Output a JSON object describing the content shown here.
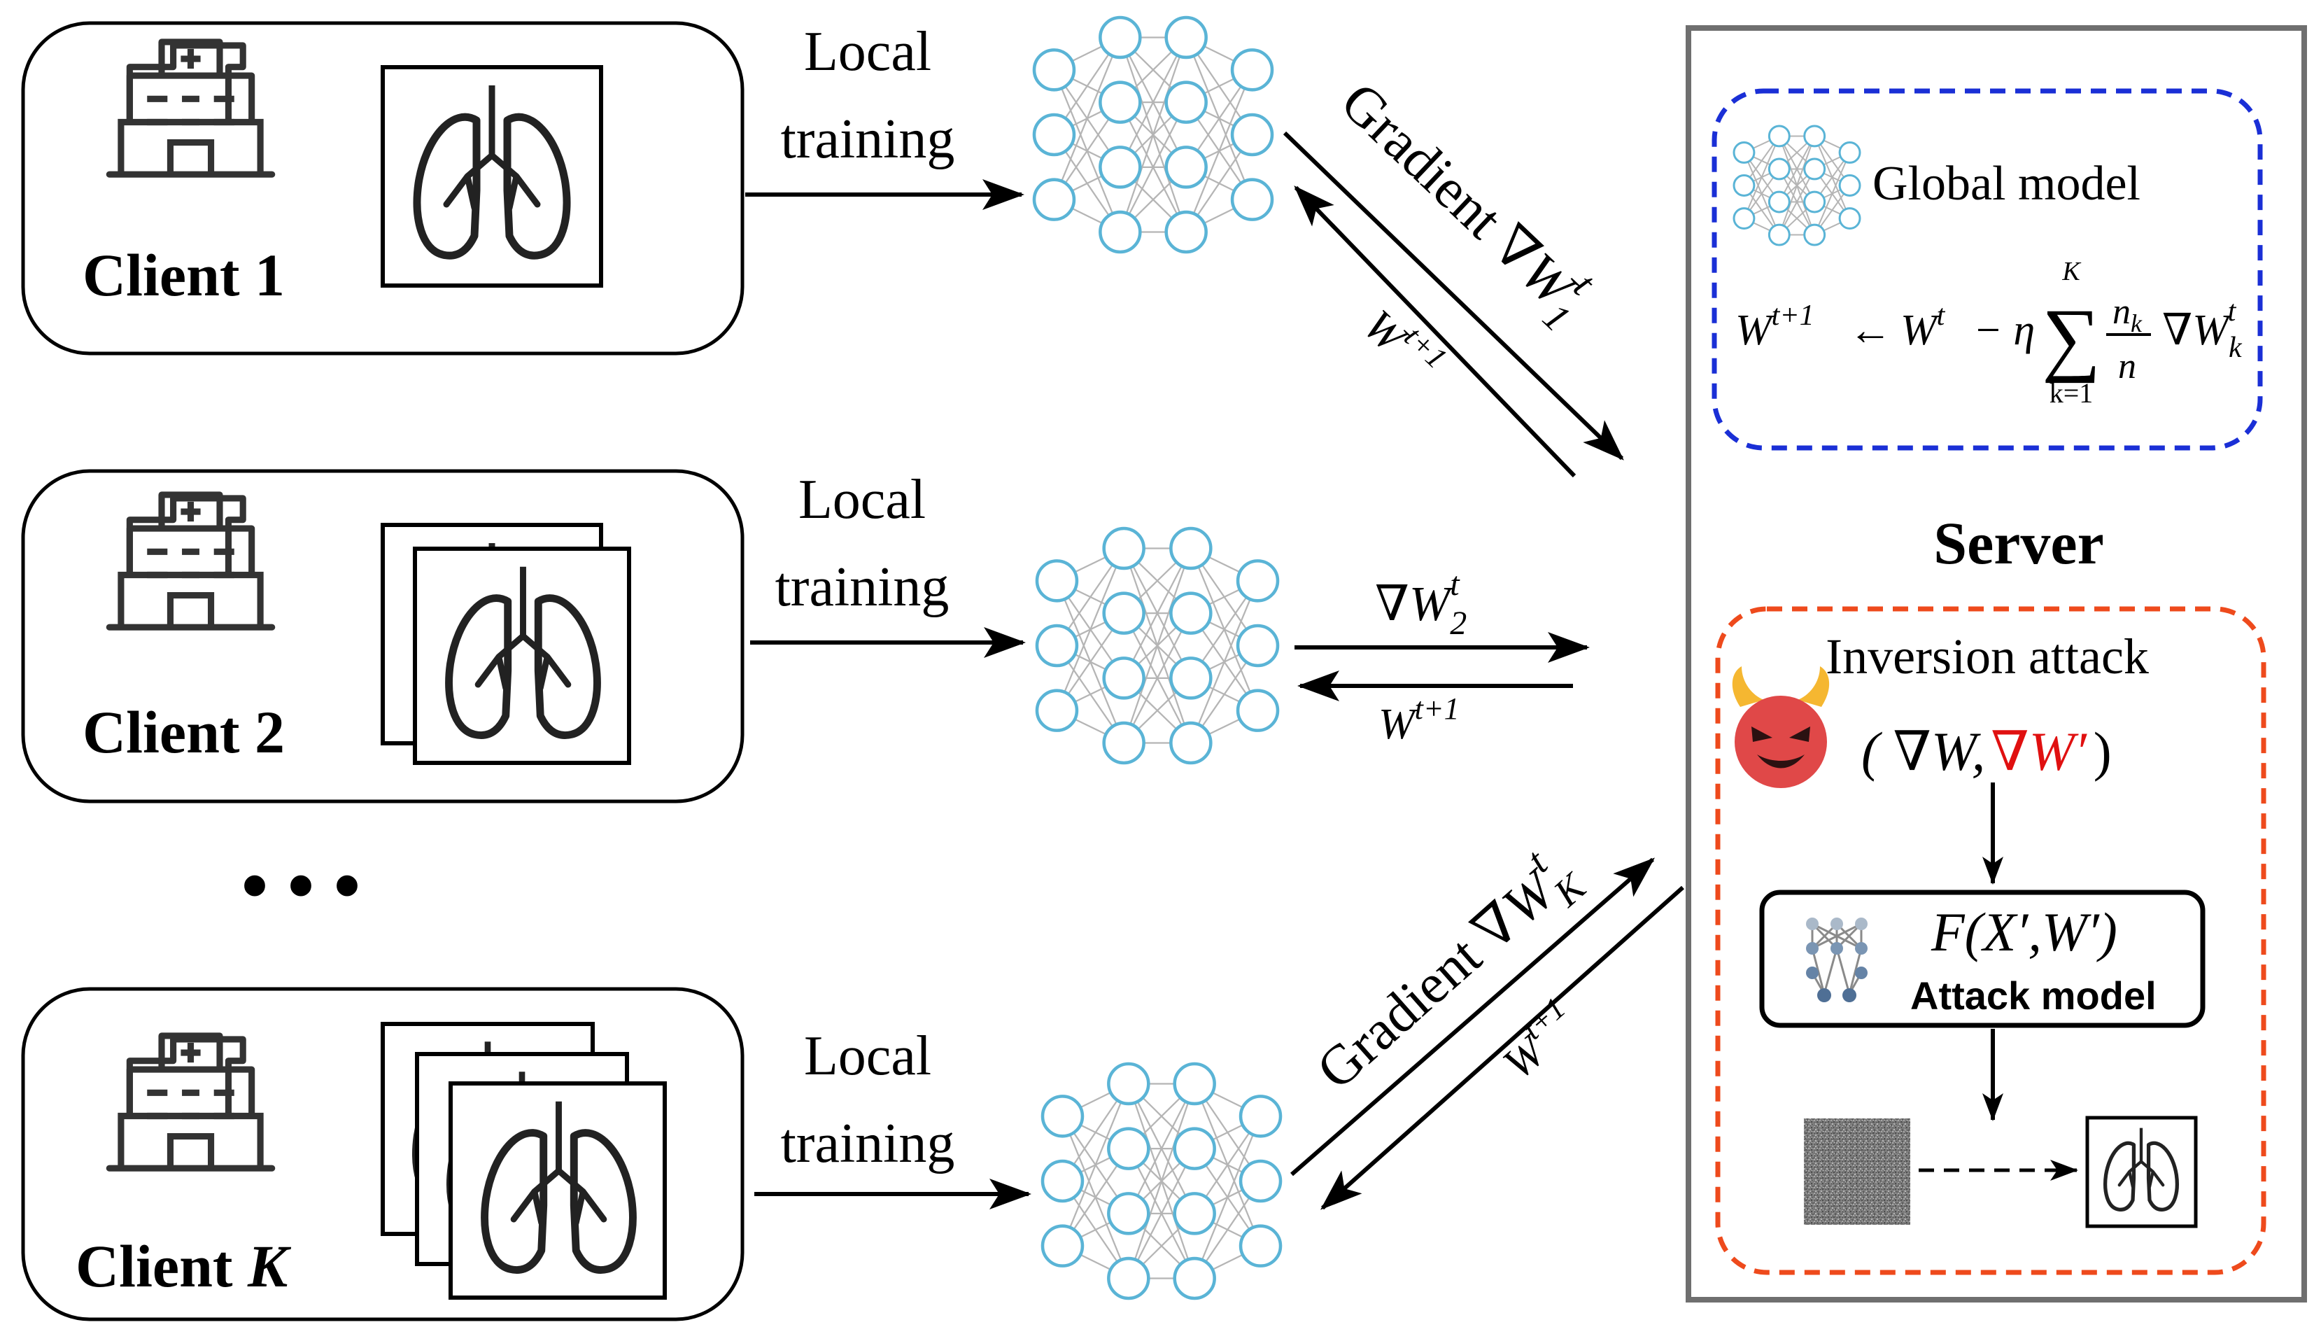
{
  "clients": [
    {
      "label_prefix": "Client ",
      "label_id": "1",
      "italic_id": false
    },
    {
      "label_prefix": "Client ",
      "label_id": "2",
      "italic_id": false
    },
    {
      "label_prefix": "Client ",
      "label_id": "K",
      "italic_id": true
    }
  ],
  "ellipsis": "• • •",
  "local_training": {
    "line1": "Local",
    "line2": "training"
  },
  "arrows": {
    "gradient_word": "Gradient",
    "grad1": {
      "nabla": "∇W",
      "sub": "1",
      "sup": "t"
    },
    "grad2": {
      "nabla": "∇W",
      "sub": "2",
      "sup": "t"
    },
    "gradK": {
      "nabla": "∇W",
      "sub": "K",
      "sup": "t"
    },
    "broadcast": {
      "base": "W",
      "sup": "t+1"
    }
  },
  "server": {
    "title": "Server",
    "global_model_label": "Global model",
    "update_rule": {
      "lhs": "W",
      "lhs_sup": "t+1",
      "arrow": "←",
      "w": "W",
      "w_sup": "t",
      "minus_eta": "− η",
      "sum": "∑",
      "sum_top": "K",
      "sum_bottom": "k=1",
      "frac_num": "n",
      "frac_num_sub": "k",
      "frac_den": "n",
      "grad": "∇W",
      "grad_sub": "k",
      "grad_sup": "t"
    },
    "inversion": {
      "title": "Inversion attack",
      "pair_open": "( ∇W,",
      "pair_red": "∇W′",
      "pair_close": ")",
      "attack_formula": "F(X′,W′)",
      "attack_label": "Attack model"
    }
  },
  "colors": {
    "network_node": "#5ab4d6",
    "network_edge": "#b5b5b5",
    "global_box_border": "#1a2fd6",
    "attack_box_border": "#ee4a1c",
    "server_border": "#6f6f6f",
    "red_text": "#e01010",
    "devil": "#e04848"
  },
  "icons": [
    "hospital-icon",
    "lung-xray-icon",
    "neural-network-icon",
    "devil-emoji-icon",
    "noise-image-icon"
  ]
}
